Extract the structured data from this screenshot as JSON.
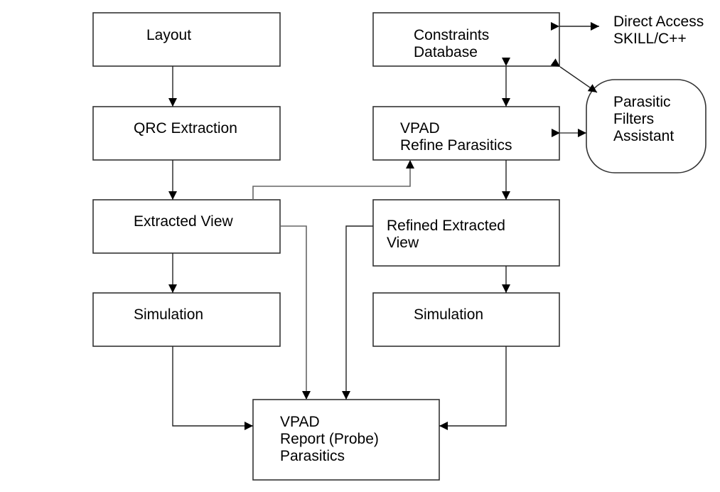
{
  "diagram": {
    "nodes": {
      "layout": {
        "lines": [
          "Layout"
        ]
      },
      "qrc": {
        "lines": [
          "QRC Extraction"
        ]
      },
      "extracted": {
        "lines": [
          "Extracted View"
        ]
      },
      "sim_left": {
        "lines": [
          "Simulation"
        ]
      },
      "constraints": {
        "lines": [
          "Constraints",
          "Database"
        ]
      },
      "refine": {
        "lines": [
          "VPAD",
          "Refine Parasitics"
        ]
      },
      "refined_view": {
        "lines": [
          "Refined Extracted",
          "View"
        ]
      },
      "sim_right": {
        "lines": [
          "Simulation"
        ]
      },
      "report": {
        "lines": [
          "VPAD",
          "Report (Probe)",
          "Parasitics"
        ]
      },
      "filters": {
        "lines": [
          "Parasitic",
          "Filters",
          "Assistant"
        ]
      },
      "direct": {
        "lines": [
          "Direct Access",
          "SKILL/C++"
        ]
      }
    },
    "edges": [
      {
        "from": "Layout",
        "to": "QRC Extraction",
        "type": "directed"
      },
      {
        "from": "QRC Extraction",
        "to": "Extracted View",
        "type": "directed"
      },
      {
        "from": "Extracted View",
        "to": "Simulation",
        "type": "directed"
      },
      {
        "from": "Extracted View",
        "to": "VPAD Refine Parasitics",
        "type": "directed"
      },
      {
        "from": "Extracted View",
        "to": "VPAD Report (Probe) Parasitics",
        "type": "directed"
      },
      {
        "from": "Simulation (left)",
        "to": "VPAD Report (Probe) Parasitics",
        "type": "directed"
      },
      {
        "from": "Constraints Database",
        "to": "VPAD Refine Parasitics",
        "type": "bidirectional"
      },
      {
        "from": "Constraints Database",
        "to": "Direct Access SKILL/C++",
        "type": "bidirectional"
      },
      {
        "from": "Constraints Database",
        "to": "Parasitic Filters Assistant",
        "type": "bidirectional"
      },
      {
        "from": "VPAD Refine Parasitics",
        "to": "Parasitic Filters Assistant",
        "type": "bidirectional"
      },
      {
        "from": "VPAD Refine Parasitics",
        "to": "Refined Extracted View",
        "type": "directed"
      },
      {
        "from": "Refined Extracted View",
        "to": "Simulation (right)",
        "type": "directed"
      },
      {
        "from": "Refined Extracted View",
        "to": "VPAD Report (Probe) Parasitics",
        "type": "directed"
      },
      {
        "from": "Simulation (right)",
        "to": "VPAD Report (Probe) Parasitics",
        "type": "directed"
      }
    ]
  }
}
